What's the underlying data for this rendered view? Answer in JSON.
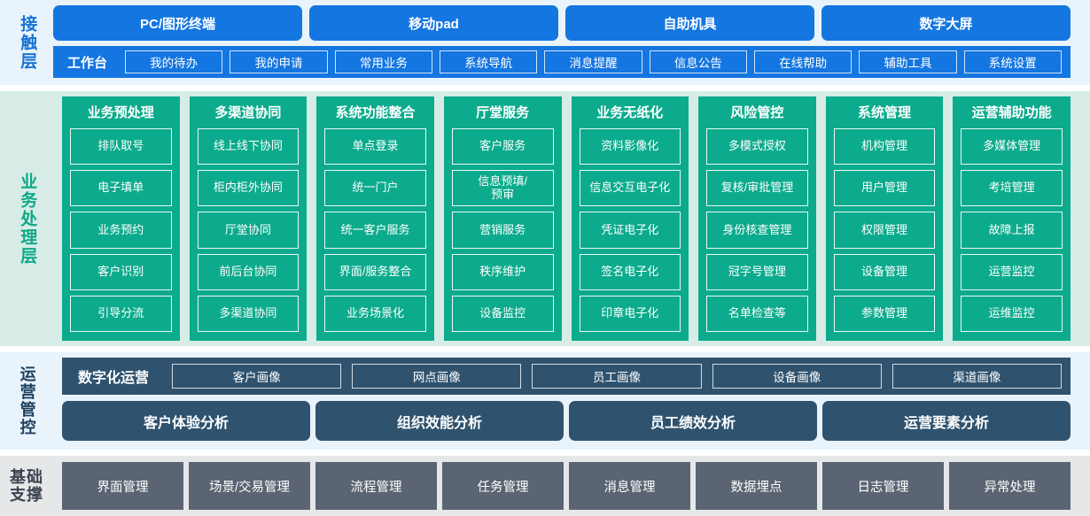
{
  "layers": {
    "touch": {
      "label": "接触层",
      "terminals": [
        "PC/图形终端",
        "移动pad",
        "自助机具",
        "数字大屏"
      ],
      "workbench_label": "工作台",
      "workbench_items": [
        "我的待办",
        "我的申请",
        "常用业务",
        "系统导航",
        "消息提醒",
        "信息公告",
        "在线帮助",
        "辅助工具",
        "系统设置"
      ]
    },
    "business": {
      "label": "业务处理层",
      "columns": [
        {
          "title": "业务预处理",
          "items": [
            "排队取号",
            "电子填单",
            "业务预约",
            "客户识别",
            "引导分流"
          ]
        },
        {
          "title": "多渠道协同",
          "items": [
            "线上线下协同",
            "柜内柜外协同",
            "厅堂协同",
            "前后台协同",
            "多渠道协同"
          ]
        },
        {
          "title": "系统功能整合",
          "items": [
            "单点登录",
            "统一门户",
            "统一客户服务",
            "界面/服务整合",
            "业务场景化"
          ]
        },
        {
          "title": "厅堂服务",
          "items": [
            "客户服务",
            "信息预填/预审",
            "营销服务",
            "秩序维护",
            "设备监控"
          ]
        },
        {
          "title": "业务无纸化",
          "items": [
            "资料影像化",
            "信息交互电子化",
            "凭证电子化",
            "签名电子化",
            "印章电子化"
          ]
        },
        {
          "title": "风险管控",
          "items": [
            "多模式授权",
            "复核/审批管理",
            "身份核查管理",
            "冠字号管理",
            "名单检查等"
          ]
        },
        {
          "title": "系统管理",
          "items": [
            "机构管理",
            "用户管理",
            "权限管理",
            "设备管理",
            "参数管理"
          ]
        },
        {
          "title": "运营辅助功能",
          "items": [
            "多媒体管理",
            "考培管理",
            "故障上报",
            "运营监控",
            "运维监控"
          ]
        }
      ]
    },
    "operations": {
      "label": "运营管控",
      "digital_label": "数字化运营",
      "portrait_items": [
        "客户画像",
        "网点画像",
        "员工画像",
        "设备画像",
        "渠道画像"
      ],
      "analysis_items": [
        "客户体验分析",
        "组织效能分析",
        "员工绩效分析",
        "运营要素分析"
      ]
    },
    "foundation": {
      "label": "基础支撑",
      "items": [
        "界面管理",
        "场景/交易管理",
        "流程管理",
        "任务管理",
        "消息管理",
        "数据埋点",
        "日志管理",
        "异常处理"
      ]
    }
  },
  "colors": {
    "touch_accent": "#1476e0",
    "touch_bg": "#e9f3fc",
    "business_accent": "#0cab8d",
    "business_bg": "#d7ece6",
    "operations_accent": "#2f536f",
    "operations_bg": "#e9f3fc",
    "foundation_accent": "#5a6472",
    "foundation_bg": "#e6e7e9"
  }
}
